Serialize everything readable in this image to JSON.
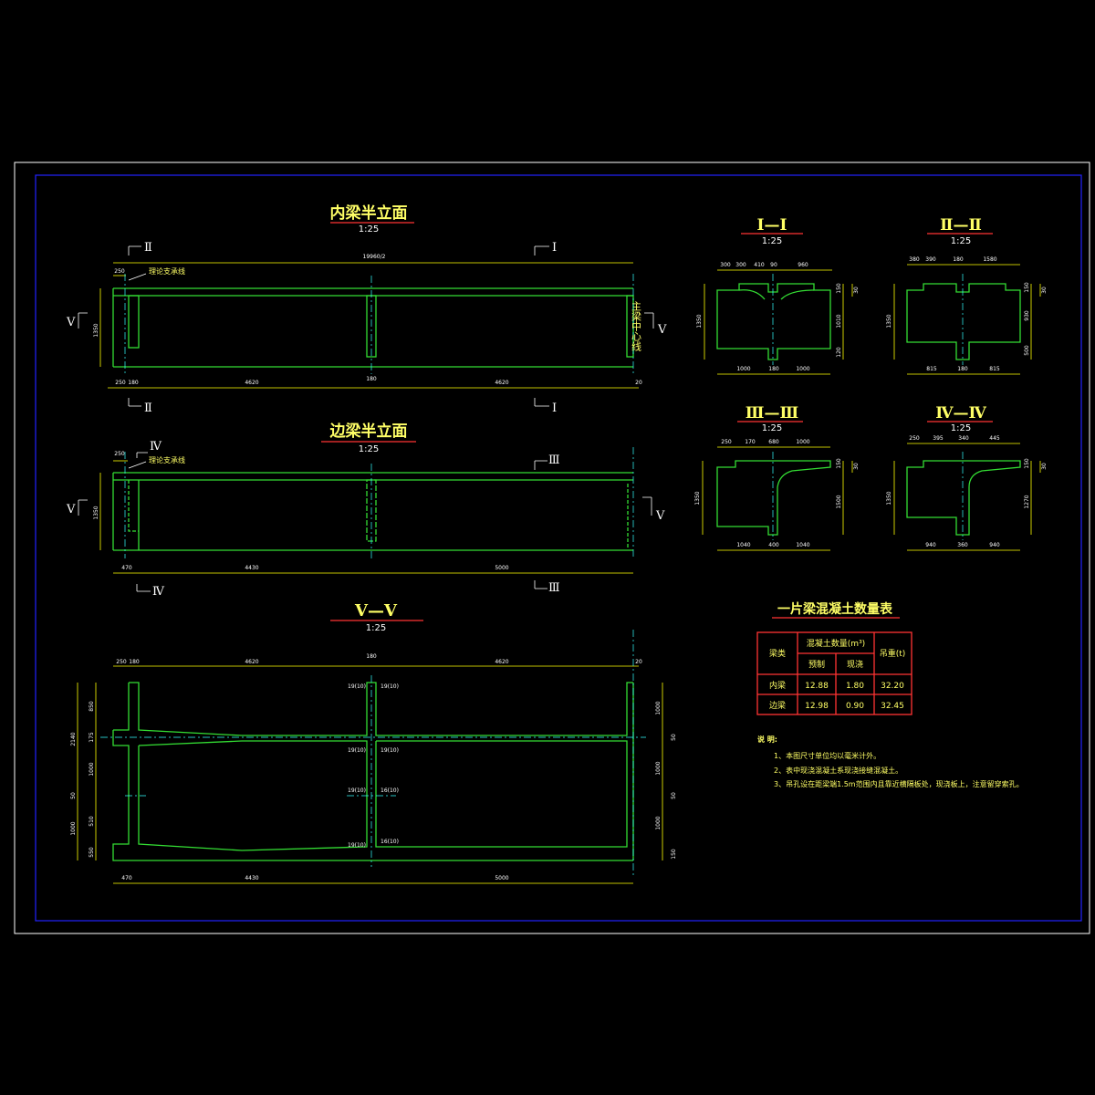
{
  "inner_beam": {
    "title": "内梁半立面",
    "scale": "1:25",
    "support_line_label": "理论支承线",
    "centerline_label": "主梁中心线",
    "section_marks": [
      "Ⅱ",
      "Ⅰ",
      "Ⅴ",
      "Ⅴ",
      "Ⅱ",
      "Ⅰ"
    ],
    "top_dims": [
      "250",
      "19960/2"
    ],
    "bottom_dims": [
      "250",
      "180",
      "4620",
      "180",
      "4620",
      "20"
    ],
    "height_dim": "1350"
  },
  "edge_beam": {
    "title": "边梁半立面",
    "scale": "1:25",
    "support_line_label": "理论支承线",
    "section_marks": [
      "Ⅳ",
      "Ⅲ",
      "Ⅴ",
      "Ⅴ",
      "Ⅳ",
      "Ⅲ"
    ],
    "top_dims": [
      "250"
    ],
    "bottom_dims": [
      "470",
      "4430",
      "5000"
    ],
    "height_dim": "1350"
  },
  "section_v": {
    "title": "Ⅴ—Ⅴ",
    "scale": "1:25",
    "top_dims": [
      "250",
      "180",
      "4620",
      "180",
      "4620",
      "20"
    ],
    "bottom_dims": [
      "470",
      "4430",
      "5000"
    ],
    "left_dims": [
      "2140",
      "850",
      "175",
      "1000",
      "50",
      "510",
      "1000",
      "550"
    ],
    "right_dims": [
      "1000",
      "50",
      "1000",
      "50",
      "1000",
      "150"
    ],
    "inner_labels": [
      "19(10)",
      "19(10)",
      "19(10)",
      "19(10)",
      "19(10)",
      "16(10)",
      "19(10)",
      "16(10)"
    ]
  },
  "section_i": {
    "title": "Ⅰ—Ⅰ",
    "scale": "1:25",
    "top_dims": [
      "300",
      "300",
      "410",
      "90",
      "960"
    ],
    "bottom_dims": [
      "1000",
      "180",
      "1000"
    ],
    "left_dim": "1350",
    "right_dims": [
      "150",
      "30",
      "1010",
      "120"
    ]
  },
  "section_ii": {
    "title": "Ⅱ—Ⅱ",
    "scale": "1:25",
    "top_dims": [
      "380",
      "390",
      "180",
      "1580"
    ],
    "bottom_dims": [
      "815",
      "180",
      "815"
    ],
    "left_dim": "1350",
    "right_dims": [
      "150",
      "30",
      "930",
      "500"
    ]
  },
  "section_iii": {
    "title": "Ⅲ—Ⅲ",
    "scale": "1:25",
    "top_dims": [
      "250",
      "170",
      "680",
      "1000"
    ],
    "bottom_dims": [
      "1040",
      "400",
      "1040"
    ],
    "left_dim": "1350",
    "right_dims": [
      "150",
      "30",
      "1500"
    ]
  },
  "section_iv": {
    "title": "Ⅳ—Ⅳ",
    "scale": "1:25",
    "top_dims": [
      "250",
      "395",
      "340",
      "445"
    ],
    "bottom_dims": [
      "940",
      "360",
      "940"
    ],
    "left_dim": "1350",
    "right_dims": [
      "150",
      "30",
      "1270"
    ]
  },
  "quantity_table": {
    "title": "一片梁混凝土数量表",
    "header_type": "梁类",
    "header_volume": "混凝土数量(m³)",
    "header_precast": "预制",
    "header_castinplace": "现浇",
    "header_weight": "吊重(t)",
    "rows": [
      {
        "type": "内梁",
        "precast": "12.88",
        "castinplace": "1.80",
        "weight": "32.20"
      },
      {
        "type": "边梁",
        "precast": "12.98",
        "castinplace": "0.90",
        "weight": "32.45"
      }
    ]
  },
  "notes": {
    "title": "说  明:",
    "items": [
      "1、本图尺寸单位均以毫米计外。",
      "2、表中现浇混凝土系现浇接缝混凝土。",
      "3、吊孔设在距梁端1.5m范围内且靠近横隔板处，现浇板上，注意留穿索孔。"
    ]
  }
}
